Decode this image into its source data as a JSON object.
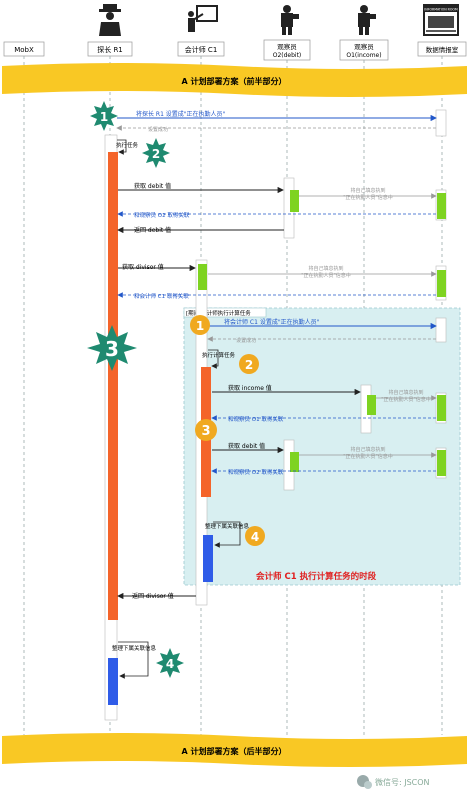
{
  "participants": [
    {
      "id": "mobx",
      "label": "MobX"
    },
    {
      "id": "r1",
      "label": "探长 R1"
    },
    {
      "id": "c1",
      "label": "会计师 C1"
    },
    {
      "id": "o2",
      "label_line1": "观察员",
      "label_line2": "O2(debit)"
    },
    {
      "id": "o1",
      "label_line1": "观察员",
      "label_line2": "O1(income)"
    },
    {
      "id": "db",
      "label": "数据情报室",
      "sign": "INFORMATION ROOM"
    }
  ],
  "banners": {
    "top": "A 计划部署方案（前半部分）",
    "bottom": "A 计划部署方案（后半部分）"
  },
  "messages": {
    "m1": "将探长 R1 设置成\"正在执勤人员\"",
    "m1_ret": "设置成功",
    "exec_task": "执行任务",
    "get_debit": "获取 debit 值",
    "store_1a": "将自己填息执到",
    "store_1b": "\"正在执勤人员\"信息中",
    "link_o2": "和观察员 O2 取得关联",
    "return_debit": "返回 debit 值",
    "get_divisor": "获取 divisor 值",
    "store_2a": "将自己填息执到",
    "store_2b": "\"正在执勤人员\"信息中",
    "link_c1": "和会计师 C1 取得关联",
    "frame_label": "[期间]会计师执行计算任务",
    "set_c1": "将会计师 C1 设置成\"正在执勤人员\"",
    "set_ok": "设置成功",
    "exec_calc": "执行计算任务",
    "get_income": "获取 income 值",
    "store_3a": "将自己填息执到",
    "store_3b": "\"正在执勤人员\"信息中",
    "link_o1": "和观察员 O1 取得关联",
    "get_debit2": "获取 debit 值",
    "store_4a": "将自己填息执到",
    "store_4b": "\"正在执勤人员\"信息中",
    "link_o2b": "和观察员 O2 取得关联",
    "organize_c1": "整理下属关联信息",
    "period_note": "会计师 C1 执行计算任务的时段",
    "return_divisor": "返回 divisor 值",
    "organize_r1": "整理下属关联信息"
  },
  "badges": {
    "b1": "1",
    "b2": "2",
    "b3": "3",
    "b4": "4",
    "o1": "1",
    "o2": "2",
    "o3": "3",
    "o4": "4"
  },
  "watermark": "微信号: JSCON",
  "colors": {
    "banner": "#F9C824",
    "orange": "#F4642A",
    "blue": "#2F5CE8",
    "green": "#7ED321",
    "teal": "#1F8A70",
    "gold": "#F0A920",
    "frame_fill": "#D8EFF1",
    "frame_stroke": "#9BC8CF",
    "call": "#2257C9",
    "red_note": "#E02020"
  }
}
